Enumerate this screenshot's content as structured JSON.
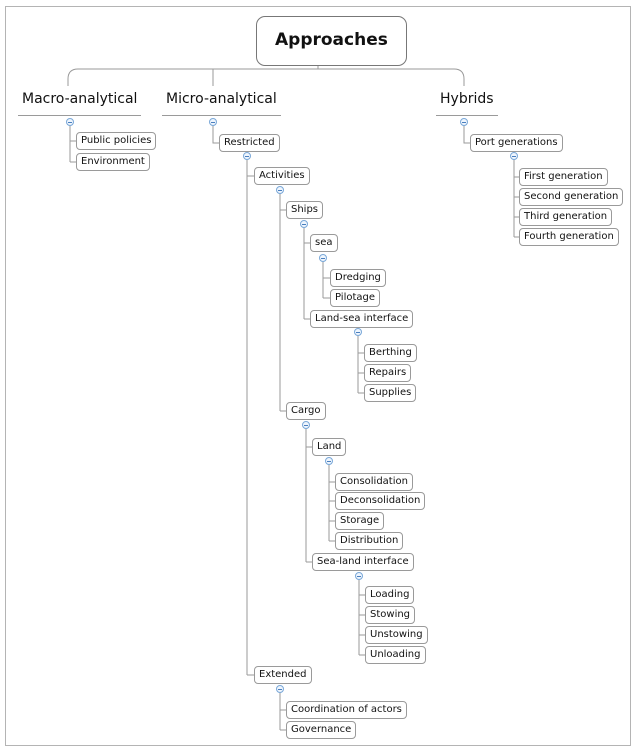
{
  "diagram": {
    "root": "Approaches",
    "macro": {
      "label": "Macro-analytical",
      "public_policies": "Public policies",
      "environment": "Environment"
    },
    "micro": {
      "label": "Micro-analytical",
      "restricted": "Restricted",
      "activities": "Activities",
      "ships": "Ships",
      "sea": "sea",
      "dredging": "Dredging",
      "pilotage": "Pilotage",
      "land_sea_interface": "Land-sea interface",
      "berthing": "Berthing",
      "repairs": "Repairs",
      "supplies": "Supplies",
      "cargo": "Cargo",
      "land": "Land",
      "consolidation": "Consolidation",
      "deconsolidation": "Deconsolidation",
      "storage": "Storage",
      "distribution": "Distribution",
      "sea_land_interface": "Sea-land interface",
      "loading": "Loading",
      "stowing": "Stowing",
      "unstowing": "Unstowing",
      "unloading": "Unloading",
      "extended": "Extended",
      "coordination_of_actors": "Coordination of actors",
      "governance": "Governance"
    },
    "hybrids": {
      "label": "Hybrids",
      "port_generations": "Port generations",
      "first_generation": "First generation",
      "second_generation": "Second generation",
      "third_generation": "Third generation",
      "fourth_generation": "Fourth generation"
    }
  }
}
